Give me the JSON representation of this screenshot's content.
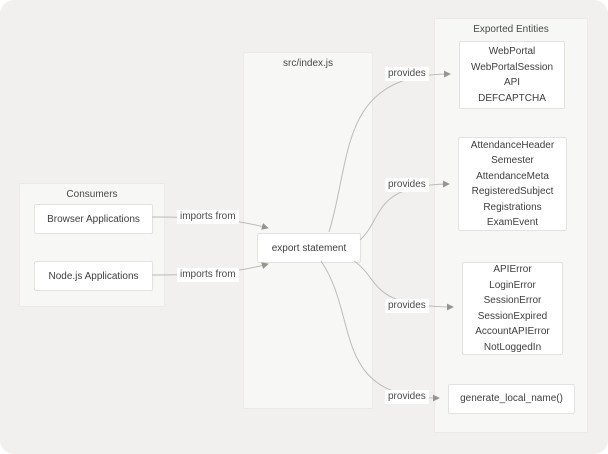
{
  "diagram": {
    "groups": {
      "consumers": {
        "title": "Consumers",
        "nodes": [
          "Browser Applications",
          "Node.js Applications"
        ]
      },
      "module": {
        "title": "src/index.js",
        "nodes": [
          "export statement"
        ]
      },
      "exports": {
        "title": "Exported Entities"
      }
    },
    "exported": [
      {
        "lines": [
          "WebPortal",
          "WebPortalSession",
          "API",
          "DEFCAPTCHA"
        ]
      },
      {
        "lines": [
          "AttendanceHeader",
          "Semester",
          "AttendanceMeta",
          "RegisteredSubject",
          "Registrations",
          "ExamEvent"
        ]
      },
      {
        "lines": [
          "APIError",
          "LoginError",
          "SessionError",
          "SessionExpired",
          "AccountAPIError",
          "NotLoggedIn"
        ]
      },
      {
        "lines": [
          "generate_local_name()"
        ]
      }
    ],
    "edge_labels": {
      "imports_from": "imports from",
      "provides": "provides"
    },
    "colors": {
      "canvas": "#f1f0ee",
      "group_bg": "#f7f7f5",
      "node_bg": "#ffffff",
      "node_border": "#e3e2df",
      "edge": "#bcbbb8",
      "arrowhead": "#96958f",
      "text": "#3e3e3e"
    }
  }
}
